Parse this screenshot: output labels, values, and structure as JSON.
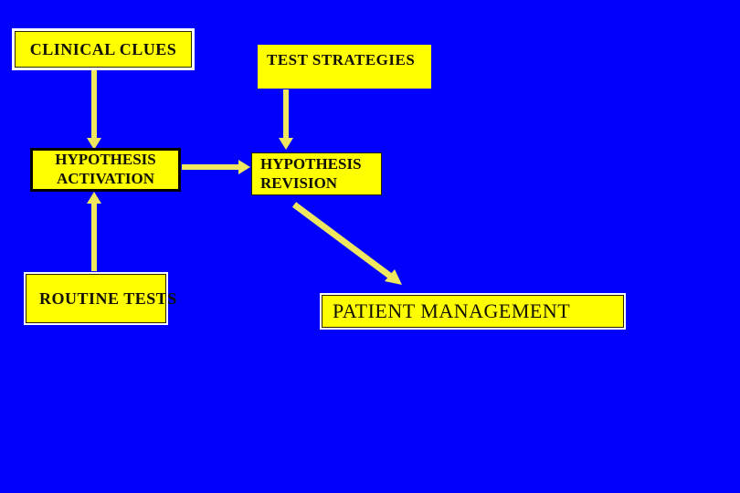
{
  "slide": {
    "background_color": "#0000FC",
    "box_fill_color": "#FFFF00",
    "arrow_color": "#EFE75F",
    "nodes": {
      "clinical_clues": {
        "label": "CLINICAL CLUES"
      },
      "test_strategies": {
        "label": "TEST STRATEGIES"
      },
      "hypothesis_activation": {
        "line1": "HYPOTHESIS",
        "line2": "ACTIVATION"
      },
      "hypothesis_revision": {
        "line1": "HYPOTHESIS",
        "line2": "REVISION"
      },
      "routine_tests": {
        "label": "ROUTINE TESTS"
      },
      "patient_management": {
        "label": "PATIENT MANAGEMENT"
      }
    },
    "connections": [
      {
        "from": "clinical_clues",
        "to": "hypothesis_activation",
        "direction": "down"
      },
      {
        "from": "routine_tests",
        "to": "hypothesis_activation",
        "direction": "up"
      },
      {
        "from": "hypothesis_activation",
        "to": "hypothesis_revision",
        "direction": "right"
      },
      {
        "from": "test_strategies",
        "to": "hypothesis_revision",
        "direction": "down"
      },
      {
        "from": "hypothesis_revision",
        "to": "patient_management",
        "direction": "down-right"
      }
    ]
  }
}
